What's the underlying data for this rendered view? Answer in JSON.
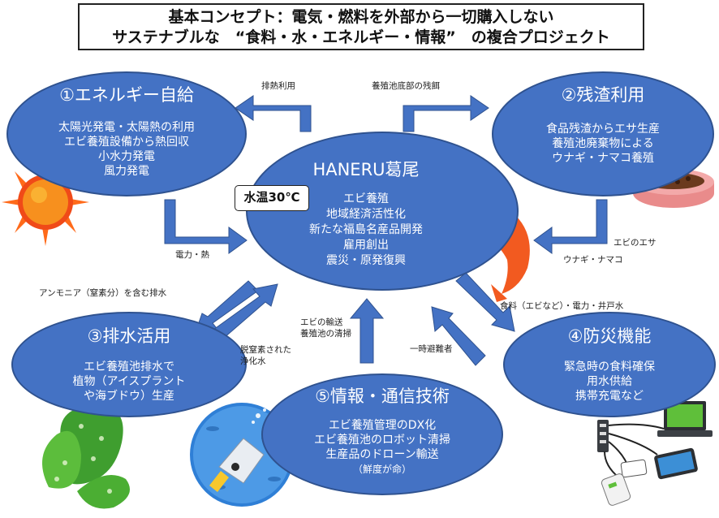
{
  "title": {
    "line1": "基本コンセプト：電気・燃料を外部から一切購入しない",
    "line2": "サステナブルな　“食料・水・エネルギー・情報”　の複合プロジェクト"
  },
  "center": {
    "title": "HANERU葛尾",
    "items": [
      "エビ養殖",
      "地域経済活性化",
      "新たな福島名産品開発",
      "雇用創出",
      "震災・原発復興"
    ],
    "temp_badge": "水温30℃"
  },
  "nodes": {
    "energy": {
      "title": "①エネルギー自給",
      "items": [
        "太陽光発電・太陽熱の利用",
        "エビ養殖設備から熱回収",
        "小水力発電",
        "風力発電"
      ]
    },
    "residue": {
      "title": "②残渣利用",
      "items": [
        "食品残渣からエサ生産",
        "養殖池廃棄物による",
        "ウナギ・ナマコ養殖"
      ]
    },
    "wastewater": {
      "title": "③排水活用",
      "items": [
        "エビ養殖池排水で",
        "植物（アイスプラント",
        "や海ブドウ）生産"
      ]
    },
    "disaster": {
      "title": "④防災機能",
      "items": [
        "緊急時の食料確保",
        "用水供給",
        "携帯充電など"
      ]
    },
    "info": {
      "title": "⑤情報・通信技術",
      "items": [
        "エビ養殖管理のDX化",
        "エビ養殖池のロボット清掃",
        "生産品のドローン輸送",
        "（鮮度が命）"
      ]
    }
  },
  "flows": {
    "waste_heat": "排熱利用",
    "pond_residue": "養殖池底部の残餌",
    "power_heat": "電力・熱",
    "shrimp_feed": "エビのエサ",
    "eel_seacucumber": "ウナギ・ナマコ",
    "ammonia": "アンモニア（窒素分）を含む排水",
    "denitrified_1": "脱窒素された",
    "denitrified_2": "浄化水",
    "transport_1": "エビの輸送",
    "transport_2": "養殖池の清掃",
    "evacuation": "一時避難者",
    "supply": "食料（エビなど）・電力・井戸水"
  },
  "colors": {
    "node_fill": "#4472c4",
    "arrow_fill": "#4472c4",
    "node_text": "#ffffff"
  }
}
